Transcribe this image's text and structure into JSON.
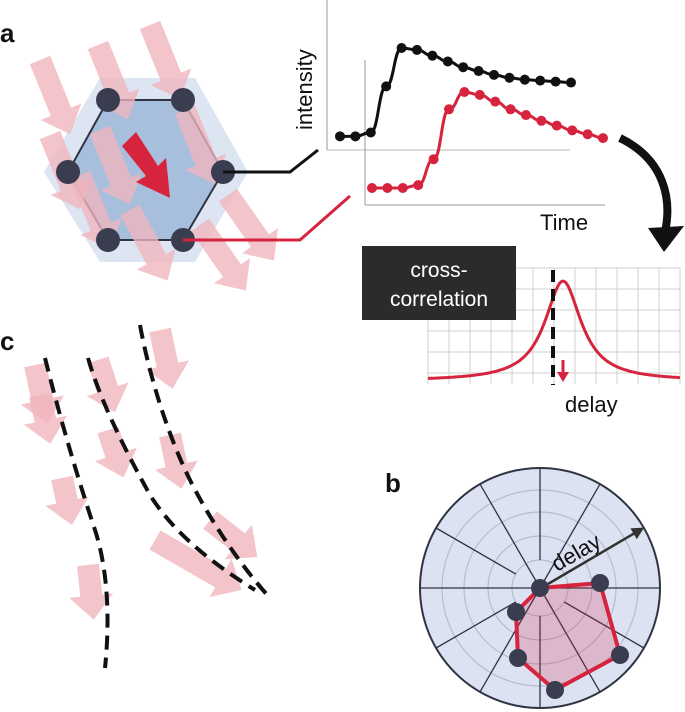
{
  "panels": {
    "a": "a",
    "b": "b",
    "c": "c"
  },
  "panel_a": {
    "ylabel": "intensity",
    "xlabel": "Time",
    "series": [
      {
        "color": "#111111",
        "points": [
          [
            0,
            0.08
          ],
          [
            1,
            0.08
          ],
          [
            2,
            0.12
          ],
          [
            3,
            0.6
          ],
          [
            4,
            1.0
          ],
          [
            5,
            0.98
          ],
          [
            6,
            0.92
          ],
          [
            7,
            0.86
          ],
          [
            8,
            0.8
          ],
          [
            9,
            0.76
          ],
          [
            10,
            0.72
          ],
          [
            11,
            0.69
          ],
          [
            12,
            0.67
          ],
          [
            13,
            0.66
          ],
          [
            14,
            0.65
          ],
          [
            15,
            0.64
          ]
        ]
      },
      {
        "color": "#d6243f",
        "points": [
          [
            0,
            0.0
          ],
          [
            1,
            0.0
          ],
          [
            2,
            0.0
          ],
          [
            3,
            0.03
          ],
          [
            4,
            0.3
          ],
          [
            5,
            0.82
          ],
          [
            6,
            1.0
          ],
          [
            7,
            0.97
          ],
          [
            8,
            0.9
          ],
          [
            9,
            0.82
          ],
          [
            10,
            0.76
          ],
          [
            11,
            0.7
          ],
          [
            12,
            0.65
          ],
          [
            13,
            0.6
          ],
          [
            14,
            0.56
          ],
          [
            15,
            0.52
          ]
        ]
      }
    ]
  },
  "cross_correlation": {
    "label_line1": "cross-",
    "label_line2": "correlation",
    "xlabel": "delay",
    "curve_color": "#d6243f",
    "peak_offset": 1,
    "width": 2.2
  },
  "panel_b": {
    "axis_label": "delay",
    "polygon_color": "#d6243f",
    "node_color": "#3a3d4f"
  },
  "colors": {
    "hexagon_fill": "#a7bfdd",
    "hexagon_halo": "#dde5f3",
    "arrow_pink": "#f0b5bd",
    "arrow_red": "#d6243f",
    "node": "#3a3d4f",
    "polar_bg": "#dde2f2"
  }
}
